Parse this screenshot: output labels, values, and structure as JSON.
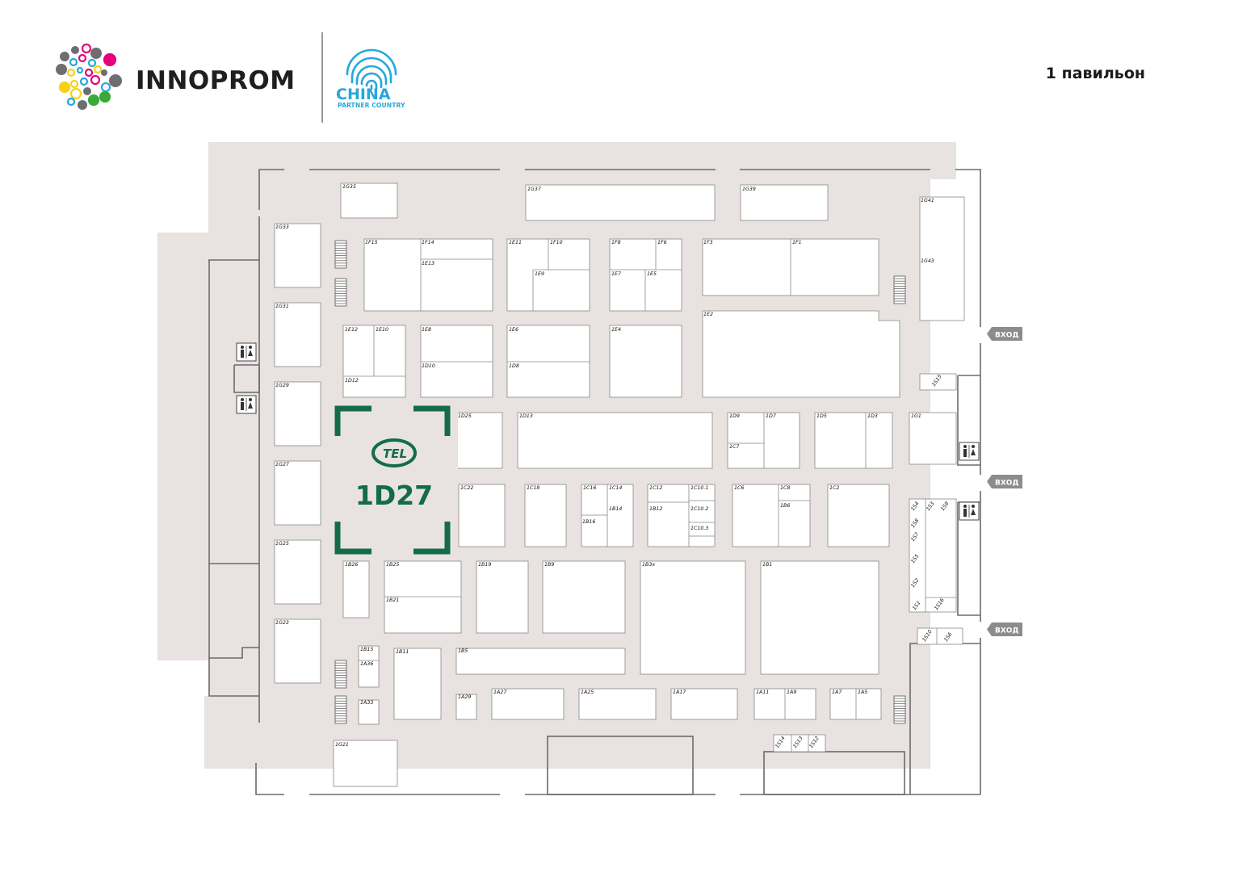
{
  "header": {
    "brand": "INNOPROM",
    "partner_country": "CHINA",
    "partner_caption": "PARTNER COUNTRY",
    "pavilion": "1 павильон",
    "logo_dot_colors": [
      "#e6007e",
      "#f7d117",
      "#27a7db",
      "#6d6e71",
      "#3aa935"
    ]
  },
  "highlight": {
    "stand": "1D27",
    "exhibitor_logo_text": "TEL",
    "color": "#136b4d"
  },
  "entrances": [
    "ВХОД",
    "ВХОД",
    "ВХОД"
  ],
  "stands": [
    "1G35",
    "1G37",
    "1G39",
    "1G41",
    "1G43",
    "1G33",
    "1G31",
    "1G29",
    "1G27",
    "1G25",
    "1G23",
    "1G21",
    "1F15",
    "1F14",
    "1E13",
    "1E11",
    "1F10",
    "1E9",
    "1F8",
    "1F6",
    "1E7",
    "1E5",
    "1F3",
    "1F1",
    "1E12",
    "1E10",
    "1D12",
    "1E8",
    "1D10",
    "1E6",
    "1D8",
    "1E4",
    "1E2",
    "1D27",
    "1D25",
    "1D13",
    "1D9",
    "1D7",
    "1C7",
    "1D5",
    "1D3",
    "1G1",
    "1C22",
    "1C18",
    "1C16",
    "1C14",
    "1B14",
    "1B16",
    "1C12",
    "1C10.1",
    "1B12",
    "1C10.2",
    "1C10.3",
    "1C6",
    "1C8",
    "1B6",
    "1C2",
    "1B26",
    "1B25",
    "1B21",
    "1B19",
    "1B9",
    "1B3x",
    "1B1",
    "1B15",
    "1A36",
    "1A33",
    "1B11",
    "1B5",
    "1A29",
    "1A27",
    "1A25",
    "1A17",
    "1A11",
    "1A9",
    "1A7",
    "1A5",
    "1S14",
    "1S13",
    "1S12",
    "1S15",
    "1S4",
    "1S3",
    "1S9",
    "1S8",
    "1S7",
    "1S5",
    "1S2",
    "1S1",
    "1S16",
    "1S10",
    "1S6"
  ],
  "colors": {
    "floor": "#e8e2e0",
    "stand_fill": "#ffffff",
    "stand_border": "#8a8888",
    "wall": "#6b6b6b",
    "entry_tag": "#8d8b8b"
  }
}
